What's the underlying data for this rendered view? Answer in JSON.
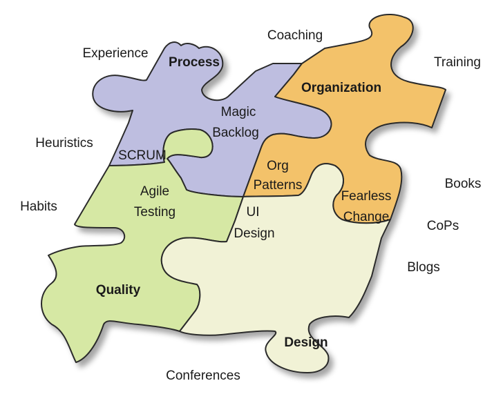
{
  "diagram": {
    "pieces": {
      "process": {
        "title": "Process",
        "color": "#bebee0",
        "items": [
          "Magic",
          "Backlog",
          "SCRUM"
        ]
      },
      "organization": {
        "title": "Organization",
        "color": "#f3c26a",
        "items": [
          "Org",
          "Patterns",
          "Fearless",
          "Change"
        ]
      },
      "quality": {
        "title": "Quality",
        "color": "#d6e8a4",
        "items": [
          "Agile",
          "Testing"
        ]
      },
      "design": {
        "title": "Design",
        "color": "#f1f2d6",
        "items": [
          "UI",
          "Design"
        ]
      }
    },
    "outer_labels": {
      "experience": "Experience",
      "coaching": "Coaching",
      "training": "Training",
      "heuristics": "Heuristics",
      "habits": "Habits",
      "books": "Books",
      "cops": "CoPs",
      "blogs": "Blogs",
      "conferences": "Conferences"
    }
  }
}
